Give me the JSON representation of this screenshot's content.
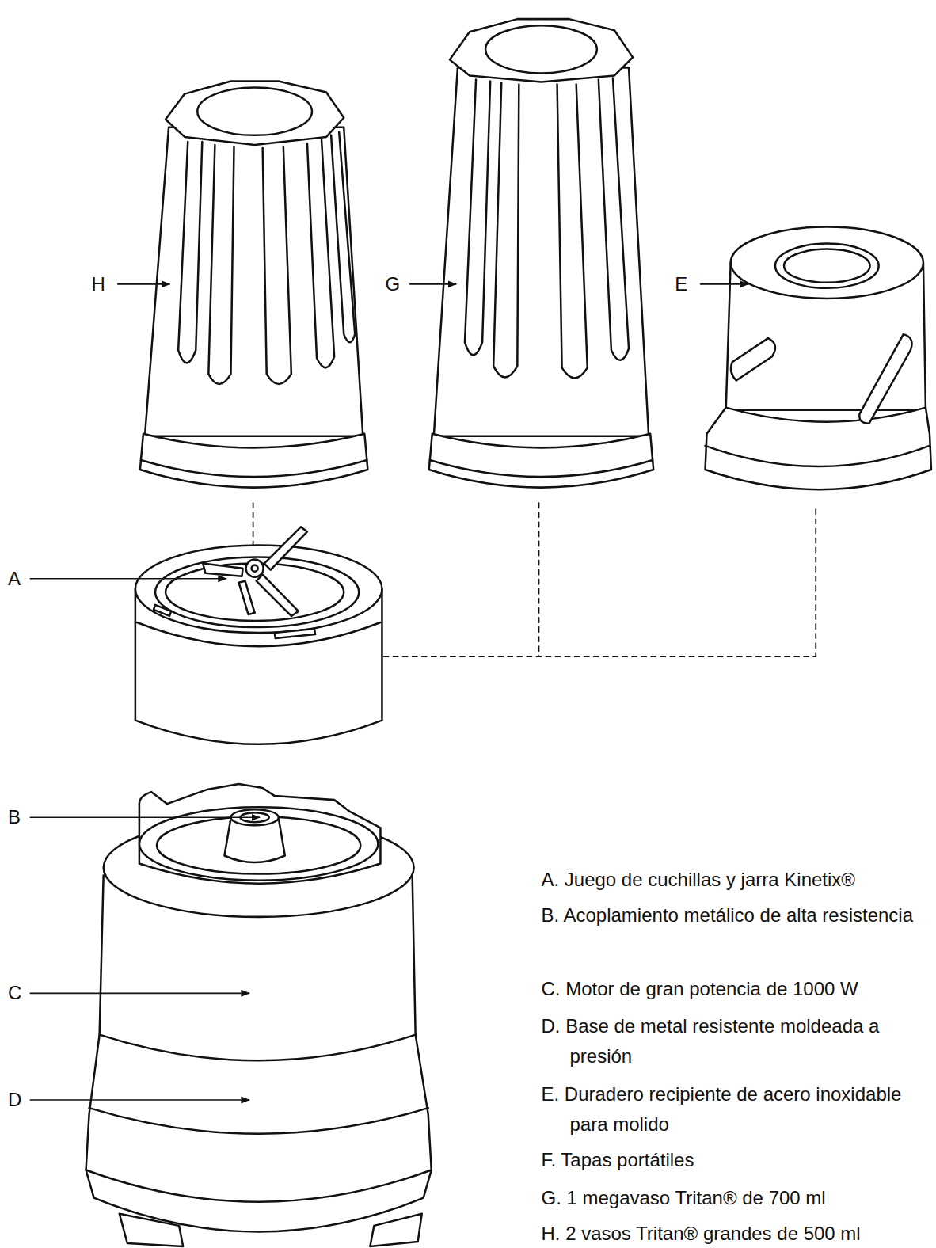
{
  "diagram": {
    "labels": [
      "H",
      "G",
      "E",
      "A",
      "B",
      "C",
      "D",
      "A. Juego de cuchillas y jarra Kinetix®",
      "B. Acoplamiento metálico de alta resistencia",
      "C. Motor de gran potencia de 1000 W",
      "D. Base de metal resistente moldeada a presión",
      "E. Duradero recipiente de acero inoxidable para molido",
      "F. Tapas portátiles",
      "G. 1 megavaso Tritan® de 700 ml",
      "H. 2 vasos Tritan® grandes de 500 ml"
    ]
  }
}
